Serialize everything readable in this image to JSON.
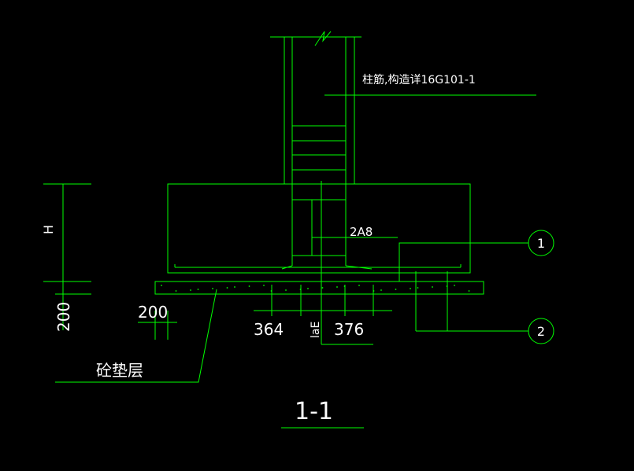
{
  "colors": {
    "background": "#000000",
    "line": "#00ff00",
    "text": "#ffffff"
  },
  "labels": {
    "column_rebar_note": "柱筋,构造详16G101-1",
    "stirrup_spec": "2A8",
    "cushion_layer": "砼垫层",
    "dim_h": "H",
    "dim_200_vertical": "200",
    "dim_200_horizontal": "200",
    "dim_364": "364",
    "dim_376": "376",
    "dim_lae": "laE",
    "callout_1": "1",
    "callout_2": "2",
    "section_title": "1-1"
  }
}
